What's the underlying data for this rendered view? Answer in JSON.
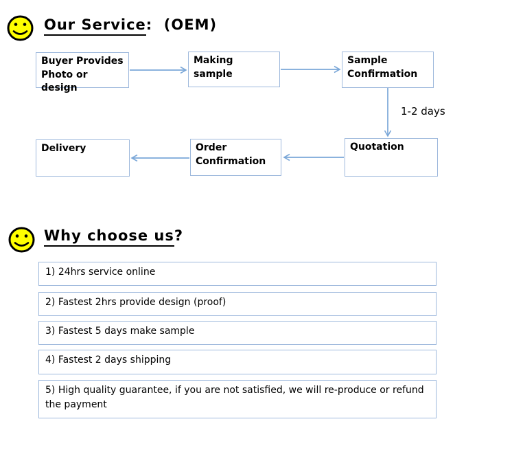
{
  "service_section": {
    "heading": "Our Service",
    "heading_suffix": ":  (OEM)",
    "flow_boxes": {
      "buyer": "Buyer Provides Photo or design",
      "making": "Making sample",
      "sample": "Sample Confirmation",
      "quotation": "Quotation",
      "order": "Order Confirmation",
      "delivery": "Delivery"
    },
    "arrow_label": "1-2 days"
  },
  "why_section": {
    "heading": "Why choose us",
    "heading_suffix": "?",
    "items": [
      "1) 24hrs service online",
      "2) Fastest 2hrs provide design (proof)",
      "3) Fastest 5 days make sample",
      "4) Fastest 2 days shipping",
      "5) High quality guarantee, if you are not satisfied, we will re-produce or refund the payment"
    ]
  },
  "colors": {
    "box_border": "#9db8dc",
    "arrow": "#7aa7d8",
    "smiley_fill": "#ffff00",
    "ink": "#000000"
  }
}
